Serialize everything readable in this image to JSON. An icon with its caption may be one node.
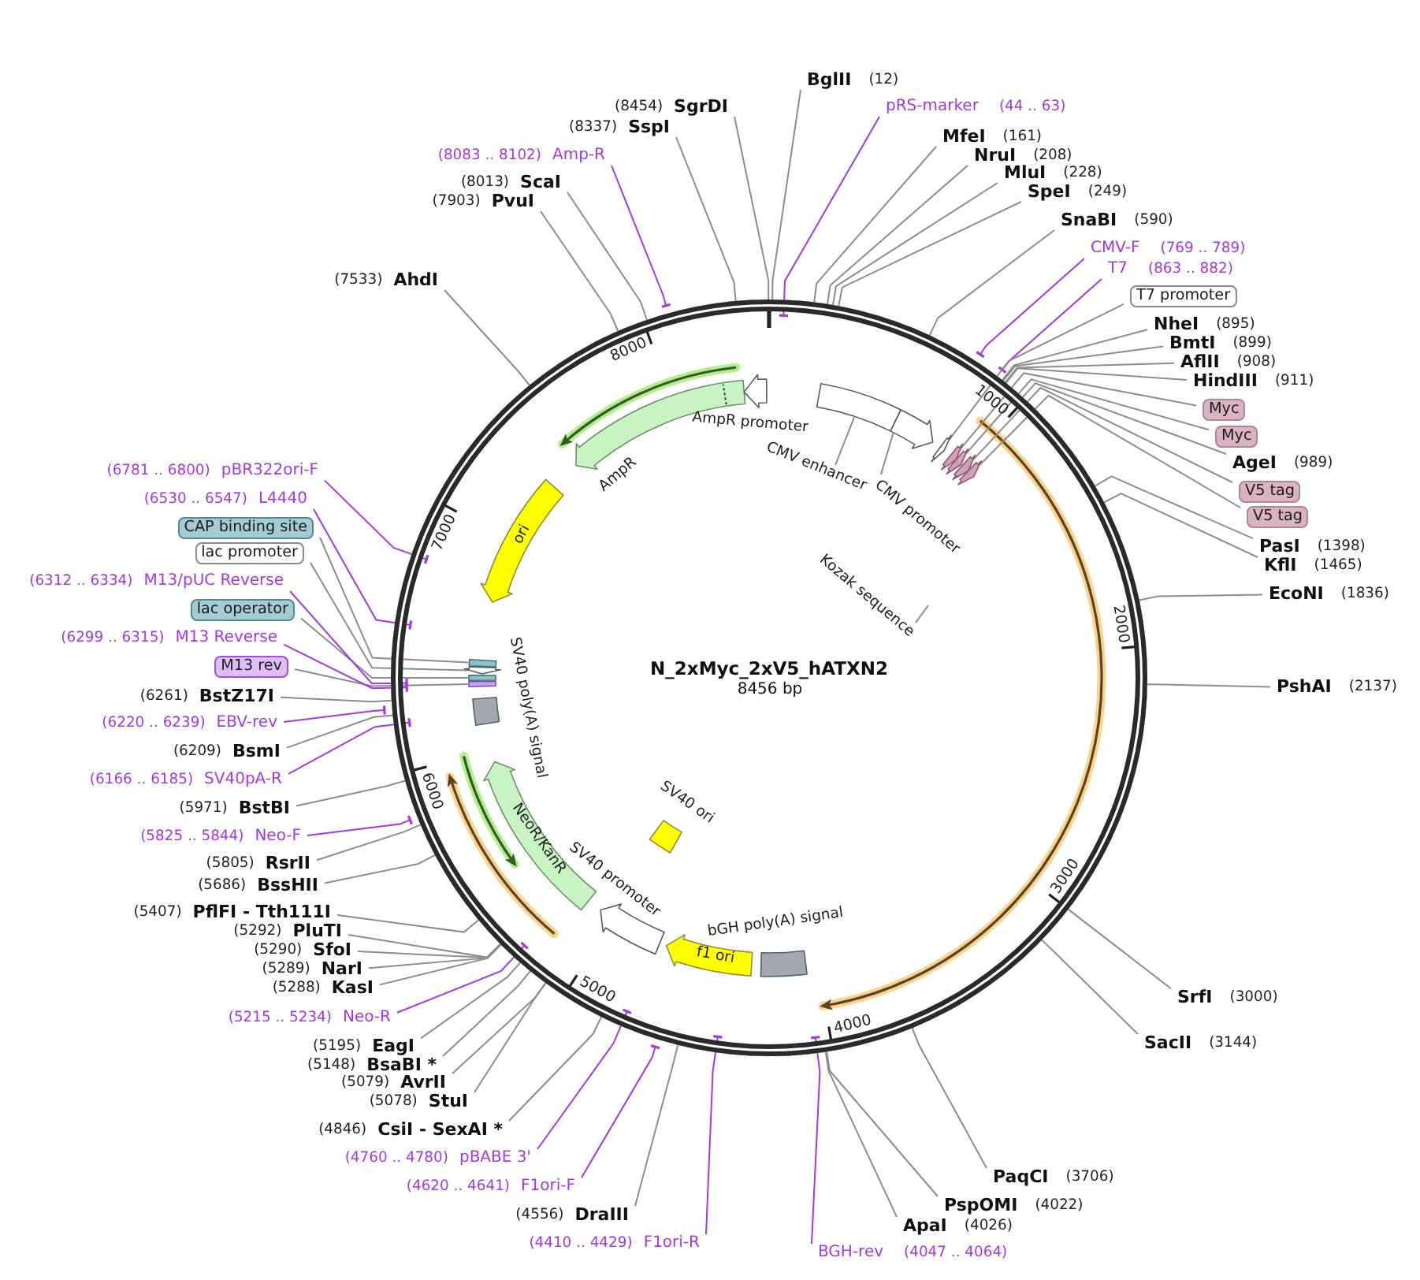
{
  "diagram": {
    "nodes": [
      {
        "text": [
          "N_2xMyc_2xV5_hATXN2",
          "8456 bp"
        ]
      },
      {
        "text": [
          "CMV enhancer"
        ],
        "in": 0
      },
      {
        "text": [],
        "shape": "box",
        "in": 0
      },
      {
        "text": [
          "CMV promoter"
        ],
        "in": 0
      },
      {
        "text": [],
        "shape": "arrow",
        "in": 0
      },
      {
        "text": [],
        "shape": "arrow",
        "in": 0
      },
      {
        "text": [
          "Kozak sequence"
        ],
        "in": 0
      },
      {
        "text": [],
        "shape": "arrow",
        "in": 0
      },
      {
        "text": [],
        "shape": "arrow",
        "in": 0
      },
      {
        "text": [],
        "shape": "arrow",
        "in": 0
      },
      {
        "text": [],
        "shape": "arrow",
        "in": 0
      },
      {
        "text": [
          "bGH poly(A) signal"
        ],
        "in": 0
      },
      {
        "text": [
          "f1 ori"
        ],
        "in": 0
      },
      {
        "text": [
          "SV40 promoter"
        ],
        "in": 0
      },
      {
        "text": [
          "SV40 ori"
        ],
        "in": 0
      },
      {
        "text": [
          "NeoR/KanR"
        ],
        "in": 0
      },
      {
        "text": [
          "SV40 poly(A) signal"
        ],
        "in": 0
      },
      {
        "text": [],
        "shape": "box",
        "in": 0
      },
      {
        "text": [],
        "shape": "box",
        "in": 0
      },
      {
        "text": [],
        "shape": "arrow",
        "in": 0
      },
      {
        "text": [],
        "shape": "box",
        "in": 0
      },
      {
        "text": [
          "ori"
        ],
        "in": 0
      },
      {
        "text": [
          "AmpR"
        ],
        "in": 0
      },
      {
        "text": [
          "AmpR promoter"
        ],
        "in": 0
      },
      {
        "text": [
          "BglII",
          "(12)"
        ]
      },
      {
        "text": [
          "pRS-marker",
          "(44 .. 63)"
        ]
      },
      {
        "text": [
          "MfeI",
          "(161)"
        ]
      },
      {
        "text": [
          "NruI",
          "(208)"
        ]
      },
      {
        "text": [
          "MluI",
          "(228)"
        ]
      },
      {
        "text": [
          "SpeI",
          "(249)"
        ]
      },
      {
        "text": [
          "SnaBI",
          "(590)"
        ]
      },
      {
        "text": [
          "CMV-F",
          "(769 .. 789)"
        ]
      },
      {
        "text": [
          "T7",
          "(863 .. 882)"
        ]
      },
      {
        "text": [
          "T7 promoter"
        ]
      },
      {
        "text": [
          "NheI",
          "(895)"
        ]
      },
      {
        "text": [
          "BmtI",
          "(899)"
        ]
      },
      {
        "text": [
          "AflII",
          "(908)"
        ]
      },
      {
        "text": [
          "HindIII",
          "(911)"
        ]
      },
      {
        "text": [
          "Myc"
        ]
      },
      {
        "text": [
          "Myc"
        ]
      },
      {
        "text": [
          "AgeI",
          "(989)"
        ]
      },
      {
        "text": [
          "V5 tag"
        ]
      },
      {
        "text": [
          "V5 tag"
        ]
      },
      {
        "text": [
          "PasI",
          "(1398)"
        ]
      },
      {
        "text": [
          "KflI",
          "(1465)"
        ]
      },
      {
        "text": [
          "EcoNI",
          "(1836)"
        ]
      },
      {
        "text": [
          "PshAI",
          "(2137)"
        ]
      },
      {
        "text": [
          "SrfI",
          "(3000)"
        ]
      },
      {
        "text": [
          "SacII",
          "(3144)"
        ]
      },
      {
        "text": [
          "PaqCI",
          "(3706)"
        ]
      },
      {
        "text": [
          "PspOMI",
          "(4022)"
        ]
      },
      {
        "text": [
          "ApaI",
          "(4026)"
        ]
      },
      {
        "text": [
          "BGH-rev",
          "(4047 .. 4064)"
        ]
      },
      {
        "text": [
          "(4410 .. 4429)",
          "F1ori-R"
        ]
      },
      {
        "text": [
          "(4556)",
          "DraIII"
        ]
      },
      {
        "text": [
          "(4620 .. 4641)",
          "F1ori-F"
        ]
      },
      {
        "text": [
          "(4760 .. 4780)",
          "pBABE 3'"
        ]
      },
      {
        "text": [
          "(4846)",
          "CsiI - SexAI *"
        ]
      },
      {
        "text": [
          "(5078)",
          "StuI"
        ]
      },
      {
        "text": [
          "(5079)",
          "AvrII"
        ]
      },
      {
        "text": [
          "(5148)",
          "BsaBI *"
        ]
      },
      {
        "text": [
          "(5195)",
          "EagI"
        ]
      },
      {
        "text": [
          "(5215 .. 5234)",
          "Neo-R"
        ]
      },
      {
        "text": [
          "(5288)",
          "KasI"
        ]
      },
      {
        "text": [
          "(5289)",
          "NarI"
        ]
      },
      {
        "text": [
          "(5290)",
          "SfoI"
        ]
      },
      {
        "text": [
          "(5292)",
          "PluTI"
        ]
      },
      {
        "text": [
          "(5407)",
          "PflFI - Tth111I"
        ]
      },
      {
        "text": [
          "(5686)",
          "BssHII"
        ]
      },
      {
        "text": [
          "(5805)",
          "RsrII"
        ]
      },
      {
        "text": [
          "(5825 .. 5844)",
          "Neo-F"
        ]
      },
      {
        "text": [
          "(5971)",
          "BstBI"
        ]
      },
      {
        "text": [
          "(6166 .. 6185)",
          "SV40pA-R"
        ]
      },
      {
        "text": [
          "(6209)",
          "BsmI"
        ]
      },
      {
        "text": [
          "(6220 .. 6239)",
          "EBV-rev"
        ]
      },
      {
        "text": [
          "(6261)",
          "BstZ17I"
        ]
      },
      {
        "text": [
          "M13 rev"
        ]
      },
      {
        "text": [
          "(6299 .. 6315)",
          "M13 Reverse"
        ]
      },
      {
        "text": [
          "lac operator"
        ]
      },
      {
        "text": [
          "(6312 .. 6334)",
          "M13/pUC Reverse"
        ]
      },
      {
        "text": [
          "lac promoter"
        ]
      },
      {
        "text": [
          "CAP binding site"
        ]
      },
      {
        "text": [
          "(6530 .. 6547)",
          "L4440"
        ]
      },
      {
        "text": [
          "(6781 .. 6800)",
          "pBR322ori-F"
        ]
      },
      {
        "text": [
          "(7533)",
          "AhdI"
        ]
      },
      {
        "text": [
          "(7903)",
          "PvuI"
        ]
      },
      {
        "text": [
          "(8013)",
          "ScaI"
        ]
      },
      {
        "text": [
          "(8083 .. 8102)",
          "Amp-R"
        ]
      },
      {
        "text": [
          "(8337)",
          "SspI"
        ]
      },
      {
        "text": [
          "(8454)",
          "SgrDI"
        ]
      }
    ],
    "edges": [
      {
        "from": 1,
        "to": 2,
        "arrow": "none"
      },
      {
        "from": 3,
        "to": 4,
        "arrow": "none"
      },
      {
        "from": 6,
        "to": null,
        "arrow": "none"
      },
      {
        "from": 24,
        "to": 0,
        "arrow": "none"
      },
      {
        "from": 25,
        "to": 0,
        "arrow": "other",
        "color": "#a437e6"
      },
      {
        "from": 26,
        "to": 0,
        "arrow": "none"
      },
      {
        "from": 27,
        "to": 0,
        "arrow": "none"
      },
      {
        "from": 28,
        "to": 0,
        "arrow": "none"
      },
      {
        "from": 29,
        "to": 0,
        "arrow": "none"
      },
      {
        "from": 30,
        "to": 0,
        "arrow": "none"
      },
      {
        "from": 31,
        "to": 0,
        "arrow": "other",
        "color": "#a437e6"
      },
      {
        "from": 32,
        "to": 0,
        "arrow": "other",
        "color": "#a437e6"
      },
      {
        "from": 33,
        "to": 5,
        "arrow": "none"
      },
      {
        "from": 34,
        "to": 0,
        "arrow": "none"
      },
      {
        "from": 35,
        "to": 0,
        "arrow": "none"
      },
      {
        "from": 36,
        "to": 0,
        "arrow": "none"
      },
      {
        "from": 37,
        "to": 0,
        "arrow": "none"
      },
      {
        "from": 38,
        "to": 7,
        "arrow": "none"
      },
      {
        "from": 39,
        "to": 8,
        "arrow": "none"
      },
      {
        "from": 40,
        "to": 0,
        "arrow": "none"
      },
      {
        "from": 41,
        "to": 9,
        "arrow": "none"
      },
      {
        "from": 42,
        "to": 10,
        "arrow": "none"
      },
      {
        "from": 43,
        "to": 0,
        "arrow": "none"
      },
      {
        "from": 44,
        "to": 0,
        "arrow": "none"
      },
      {
        "from": 45,
        "to": 0,
        "arrow": "none"
      },
      {
        "from": 46,
        "to": 0,
        "arrow": "none"
      },
      {
        "from": 47,
        "to": 0,
        "arrow": "none"
      },
      {
        "from": 48,
        "to": 0,
        "arrow": "none"
      },
      {
        "from": 49,
        "to": 0,
        "arrow": "none"
      },
      {
        "from": 50,
        "to": 0,
        "arrow": "none"
      },
      {
        "from": 51,
        "to": 0,
        "arrow": "none"
      },
      {
        "from": 52,
        "to": 0,
        "arrow": "other",
        "color": "#a437e6"
      },
      {
        "from": 53,
        "to": 0,
        "arrow": "other",
        "color": "#a437e6"
      },
      {
        "from": 54,
        "to": 0,
        "arrow": "none"
      },
      {
        "from": 55,
        "to": 0,
        "arrow": "other",
        "color": "#a437e6"
      },
      {
        "from": 56,
        "to": 0,
        "arrow": "other",
        "color": "#a437e6"
      },
      {
        "from": 57,
        "to": 0,
        "arrow": "none"
      },
      {
        "from": 58,
        "to": 0,
        "arrow": "none"
      },
      {
        "from": 59,
        "to": 0,
        "arrow": "none"
      },
      {
        "from": 60,
        "to": 0,
        "arrow": "none"
      },
      {
        "from": 61,
        "to": 0,
        "arrow": "none"
      },
      {
        "from": 62,
        "to": 0,
        "arrow": "other",
        "color": "#a437e6"
      },
      {
        "from": 63,
        "to": 0,
        "arrow": "none"
      },
      {
        "from": 64,
        "to": 0,
        "arrow": "none"
      },
      {
        "from": 65,
        "to": 0,
        "arrow": "none"
      },
      {
        "from": 66,
        "to": 0,
        "arrow": "none"
      },
      {
        "from": 67,
        "to": 0,
        "arrow": "none"
      },
      {
        "from": 68,
        "to": 0,
        "arrow": "none"
      },
      {
        "from": 69,
        "to": 0,
        "arrow": "none"
      },
      {
        "from": 70,
        "to": 0,
        "arrow": "other",
        "color": "#a437e6"
      },
      {
        "from": 71,
        "to": 0,
        "arrow": "none"
      },
      {
        "from": 72,
        "to": 0,
        "arrow": "other",
        "color": "#a437e6"
      },
      {
        "from": 73,
        "to": 0,
        "arrow": "none"
      },
      {
        "from": 74,
        "to": 0,
        "arrow": "other",
        "color": "#a437e6"
      },
      {
        "from": 75,
        "to": 0,
        "arrow": "none"
      },
      {
        "from": 76,
        "to": 17,
        "arrow": "none"
      },
      {
        "from": 77,
        "to": 0,
        "arrow": "other",
        "color": "#a437e6"
      },
      {
        "from": 78,
        "to": 18,
        "arrow": "none"
      },
      {
        "from": 79,
        "to": 0,
        "arrow": "other",
        "color": "#a437e6"
      },
      {
        "from": 80,
        "to": 19,
        "arrow": "none"
      },
      {
        "from": 81,
        "to": 20,
        "arrow": "none"
      },
      {
        "from": 82,
        "to": 0,
        "arrow": "other",
        "color": "#a437e6"
      },
      {
        "from": 83,
        "to": 0,
        "arrow": "other",
        "color": "#a437e6"
      },
      {
        "from": 84,
        "to": 0,
        "arrow": "none"
      },
      {
        "from": 85,
        "to": 0,
        "arrow": "none"
      },
      {
        "from": 86,
        "to": 0,
        "arrow": "none"
      },
      {
        "from": 87,
        "to": 0,
        "arrow": "other",
        "color": "#a437e6"
      },
      {
        "from": 88,
        "to": 0,
        "arrow": "none"
      },
      {
        "from": 89,
        "to": 0,
        "arrow": "none"
      }
    ],
    "labels": [
      "1000",
      "2000",
      "3000",
      "4000",
      "5000",
      "6000",
      "7000",
      "8000"
    ]
  }
}
